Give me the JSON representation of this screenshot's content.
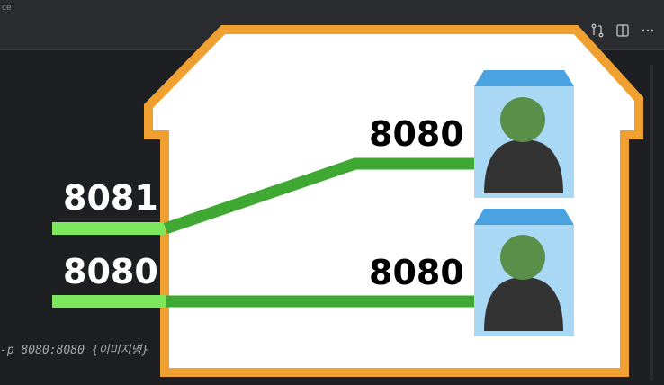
{
  "window": {
    "title_fragment": "ce"
  },
  "toolbar_icons": [
    "git-compare-icon",
    "split-editor-icon",
    "more-actions-icon"
  ],
  "editor": {
    "code_fragment": "-p 8080:8080 {이미지명}"
  },
  "diagram": {
    "host_ports": [
      {
        "label": "8081"
      },
      {
        "label": "8080"
      }
    ],
    "container_ports": [
      {
        "label": "8080"
      },
      {
        "label": "8080"
      }
    ],
    "colors": {
      "house_border": "#f0a030",
      "house_fill": "#ffffff",
      "host_port_line": "#7ee85c",
      "mapping_line": "#3fa832",
      "container_top": "#4aa3e0",
      "container_body": "#a9d8f5",
      "person_head": "#5a8f4a",
      "person_body": "#333333"
    }
  }
}
